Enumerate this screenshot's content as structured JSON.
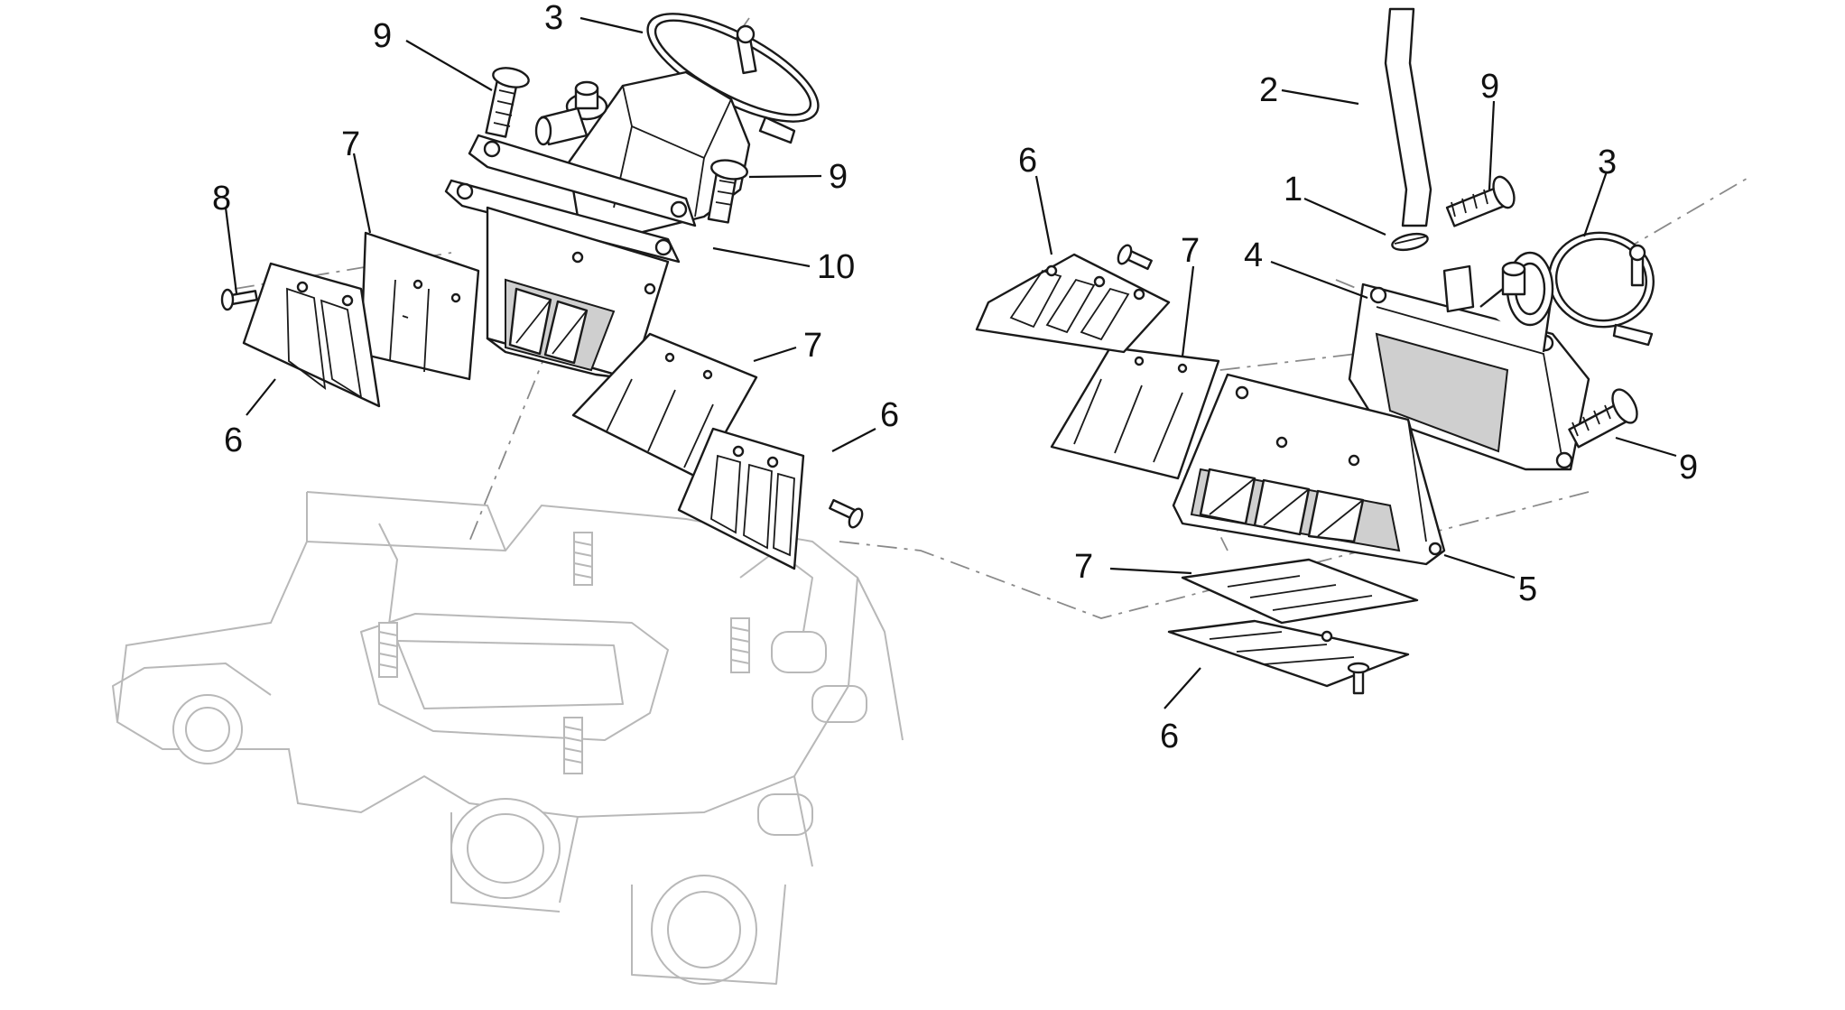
{
  "callouts": {
    "l3": "3",
    "l9a": "9",
    "l9b": "9",
    "l7a": "7",
    "l8": "8",
    "l10": "10",
    "l6a": "6",
    "l7b": "7",
    "l6b": "6",
    "r2": "2",
    "r9a": "9",
    "r3": "3",
    "r6a": "6",
    "r1": "1",
    "r7a": "7",
    "r4": "4",
    "r9b": "9",
    "r7b": "7",
    "r5": "5",
    "r6b": "6"
  },
  "colors": {
    "line": "#1a1a1a",
    "ghost": "#b8b8b8",
    "axis": "#8a8a8a",
    "shade": "#cfcfcf"
  }
}
